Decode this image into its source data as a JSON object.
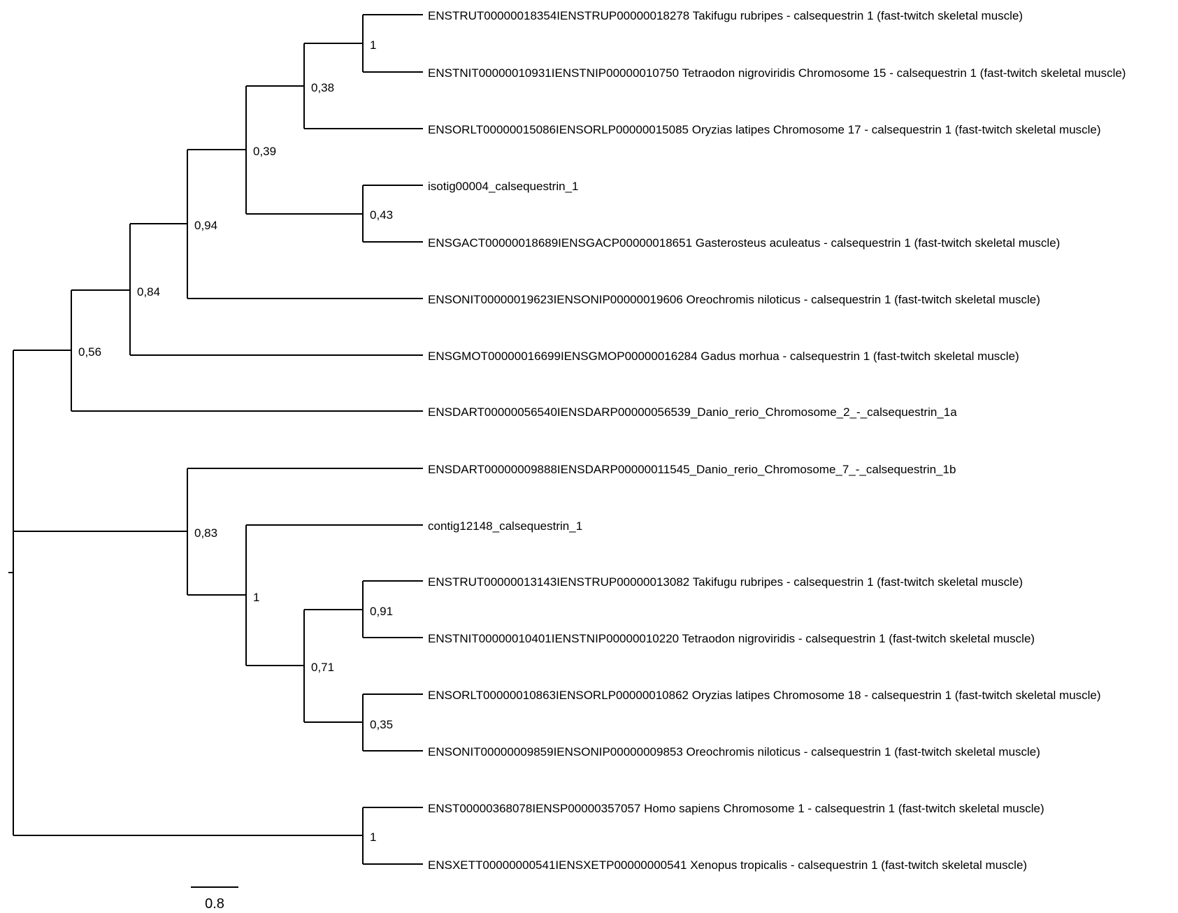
{
  "leaves": [
    "ENSTRUT00000018354IENSTRUP00000018278 Takifugu rubripes - calsequestrin 1 (fast-twitch skeletal muscle)",
    "ENSTNIT00000010931IENSTNIP00000010750 Tetraodon nigroviridis Chromosome 15 - calsequestrin 1 (fast-twitch skeletal muscle)",
    "ENSORLT00000015086IENSORLP00000015085 Oryzias latipes Chromosome 17 - calsequestrin 1 (fast-twitch skeletal muscle)",
    "isotig00004_calsequestrin_1",
    "ENSGACT00000018689IENSGACP00000018651 Gasterosteus aculeatus - calsequestrin 1 (fast-twitch skeletal muscle)",
    "ENSONIT00000019623IENSONIP00000019606 Oreochromis niloticus - calsequestrin 1 (fast-twitch skeletal muscle)",
    "ENSGMOT00000016699IENSGMOP00000016284 Gadus morhua - calsequestrin 1 (fast-twitch skeletal muscle)",
    "ENSDART00000056540IENSDARP00000056539_Danio_rerio_Chromosome_2_-_calsequestrin_1a",
    "ENSDART00000009888IENSDARP00000011545_Danio_rerio_Chromosome_7_-_calsequestrin_1b",
    "contig12148_calsequestrin_1",
    "ENSTRUT00000013143IENSTRUP00000013082 Takifugu rubripes - calsequestrin 1 (fast-twitch skeletal muscle)",
    "ENSTNIT00000010401IENSTNIP00000010220 Tetraodon nigroviridis - calsequestrin 1 (fast-twitch skeletal muscle)",
    "ENSORLT00000010863IENSORLP00000010862 Oryzias latipes Chromosome 18 - calsequestrin 1 (fast-twitch skeletal muscle)",
    "ENSONIT00000009859IENSONIP00000009853 Oreochromis niloticus - calsequestrin 1 (fast-twitch skeletal muscle)",
    "ENST00000368078IENSP00000357057 Homo sapiens Chromosome 1 - calsequestrin 1 (fast-twitch skeletal muscle)",
    "ENSXETT00000000541IENSXETP00000000541 Xenopus tropicalis - calsequestrin 1 (fast-twitch skeletal muscle)"
  ],
  "supports": {
    "takifugu_tetraodon_1": "1",
    "oryzias17_group": "0,38",
    "upper_group": "0,39",
    "isotig_gasterosteus": "0,43",
    "oreochromis_group": "0,94",
    "gadus_group": "0,84",
    "danio1a_group": "0,56",
    "lower_clade": "0,83",
    "contig_group": "1",
    "takifugu_tetraodon_2": "0,91",
    "lower_inner": "0,71",
    "oryzias18_oreochromis": "0,35",
    "outgroup": "1"
  },
  "scale_bar": {
    "label": "0.8"
  }
}
